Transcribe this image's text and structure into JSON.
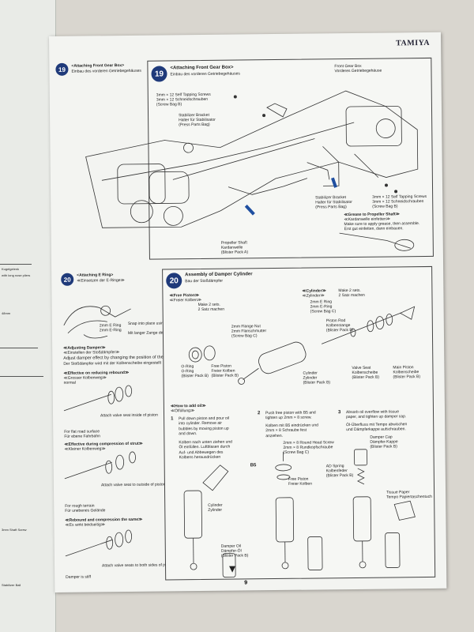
{
  "header": {
    "brand": "TAMIYA"
  },
  "left_page": {
    "s19_title": "19 <Attaching Front Gear Box>",
    "s19_sub": "Einbau des vorderen Getriebegehäuses",
    "s20_title": "<Attaching E Ring>",
    "s20_sub": "≪Einsetzen der E-Ringe≫",
    "e_ring": "2mm E Ring",
    "e_ring_de": "2mm E-Ring",
    "snap": "Snap into place using long nose pliers",
    "snap_de": "Mit langer Zange den E-Ring einschnappen",
    "adjusting": "≪Adjusting Damper≫",
    "adjusting_de": "≪Einstellen der Stoßdämpfer≫",
    "adjust_text": "Adjust damper effect by changing the position of the valve seat.",
    "adjust_de": "Der Stoßdämpfer wird mit der Kolbenscheibe eingestellt",
    "effective": "≪Effective on reducing rebound≫",
    "effective_de": "≪Grosser Kolbenweg≫",
    "normal": "normal",
    "attach_inside": "Attach valve seat inside of piston",
    "flat_road": "For flat road surface",
    "flat_road_de": "Für ebene Fahrbahn",
    "effective_compression": "≪Effective during compression of strut≫",
    "effective_compression_de": "≪Kleiner Kolbenweg≫",
    "attach_outside": "Attach valve seat to outside of piston",
    "rough": "For rough terrain",
    "rough_de": "Für unebenes Gelände",
    "rebound_same": "≪Rebound and compression the same≫",
    "rebound_same_de": "≪Es wirkt beidseitig≫",
    "attach_both": "Attach valve seats to both sides of piston.",
    "damper_stiff": "Damper is stiff"
  },
  "step19": {
    "num": "19",
    "title": "<Attaching Front Gear Box>",
    "title_de": "Einbau des vorderen Getriebegehäuses",
    "gearbox": "Front Gear Box",
    "gearbox_de": "Vorderes Getriebegehäuse",
    "screw_a": "3mm × 12 Self Tapping Screws",
    "screw_a_de": "3mm × 12 Schneidschrauben",
    "screw_a_bag": "(Screw Bag B)",
    "stabilizer": "Stabilizer Bracket",
    "stabilizer_de": "Halter für Stabilisator",
    "stabilizer_parts": "(Press Parts Bag)",
    "stabilizer2": "Stabilizer Bracket",
    "stabilizer2_de": "Halter für Stabilisator",
    "stabilizer2_parts": "(Press Parts Bag)",
    "screw_b": "3mm × 12 Self Tapping Screws",
    "screw_b_de": "3mm × 12 Schneidschrauben",
    "screw_b_bag": "(Screw Bag B)",
    "grease": "≪Grease to Propeller Shaft≫",
    "grease_de": "≪Kardanwelle einfetten≫",
    "grease_note": "Make sure to apply grease, then assemble.",
    "grease_note_de": "Erst gut einfetten, dann einbauen.",
    "propeller": "Propeller Shaft",
    "propeller_de": "Kardanwelle",
    "propeller_pack": "(Blister Pack A)"
  },
  "step20": {
    "num": "20",
    "title": "Assembly of Damper Cylinder",
    "title_de": "Bau der Stoßdämpfer",
    "free_piston": "≪Free Piston≫",
    "free_piston_de": "≪Freier Kolben≫",
    "make2": "Make 2 sets.",
    "make2_de": "2 Satz machen",
    "oring": "O-Ring",
    "oring_de": "O-Ring",
    "oring_pack": "(Blister Pack B)",
    "fp_label": "Free Piston",
    "fp_label_de": "Freier Kolben",
    "fp_pack": "(Blister Pack B)",
    "flange_nut": "2mm Flange Nut",
    "flange_nut_de": "2mm Flanschmutter",
    "flange_bag": "(Screw Bag C)",
    "cylinder": "Cylinder",
    "cylinder_de": "Zylinder",
    "cylinder_pack": "(Blister Pack B)",
    "cyl_title": "≪Cylinder≫",
    "cyl_title_de": "≪Zylinder≫",
    "make2b": "Make 2 sets.",
    "make2b_de": "2 Satz machen",
    "e_ring": "2mm E Ring",
    "e_ring_de": "2mm E-Ring",
    "e_ring_bag": "(Screw Bag C)",
    "piston_rod": "Piston Rod",
    "piston_rod_de": "Kolbenstange",
    "piston_rod_pack": "(Blister Pack B)",
    "valve_seat": "Valve Seat",
    "valve_seat_de": "Kolbenscheibe",
    "valve_pack": "(Blister Pack B)",
    "main_piston": "Main Piston",
    "main_piston_de": "Kolbenscheibe",
    "main_pack": "(Blister Pack B)",
    "how_oil": "≪How to add oil≫",
    "how_oil_de": "≪Ölfüllung≫",
    "s1_num": "1",
    "s1_text": "Pull down piston and pour oil into cylinder. Remove air bubbles by moving piston up and down.",
    "s1_de": "Kolben nach unten ziehen und Öl einfüllen. Luftblasen durch Auf- und Abbewegen des Kolbens herausdrücken",
    "s2_num": "2",
    "s2_text": "Push free piston with B5 and tighten up 2mm × 8 screw.",
    "s2_de": "Kolben mit B5 eindrücken und 2mm × 8 Schraube fest anziehen.",
    "s3_num": "3",
    "s3_text": "Absorb oil overflow with tissue paper, and tighten up damper cap.",
    "s3_de": "Öl-Überfluss mit Tempo abwischen und Dämpferkappe aufschrauben.",
    "screw": "2mm × 8 Round Head Screw",
    "screw_de": "2mm × 8 Rundkopfschraube",
    "screw_bag": "(Screw Bag C)",
    "b5": "B5",
    "fp2": "Free Piston",
    "fp2_de": "Freier Kolben",
    "cap": "Damper Cap",
    "cap_de": "Dämpfer-Kappe",
    "cap_pack": "(Blister Pack B)",
    "ad_spring": "AD Spring",
    "ad_spring_de": "Kolbenfeder",
    "ad_pack": "(Blister Pack B)",
    "tissue": "Tissue Paper",
    "tissue_de": "Tempo Papiertaschentuch",
    "cyl_label": "Cylinder",
    "cyl_label_de": "Zylinder",
    "oil_label": "Damper Oil",
    "oil_label_de": "Dämpfer-Öl",
    "oil_pack": "(Blister Pack B)"
  },
  "footer": {
    "page": "9"
  }
}
